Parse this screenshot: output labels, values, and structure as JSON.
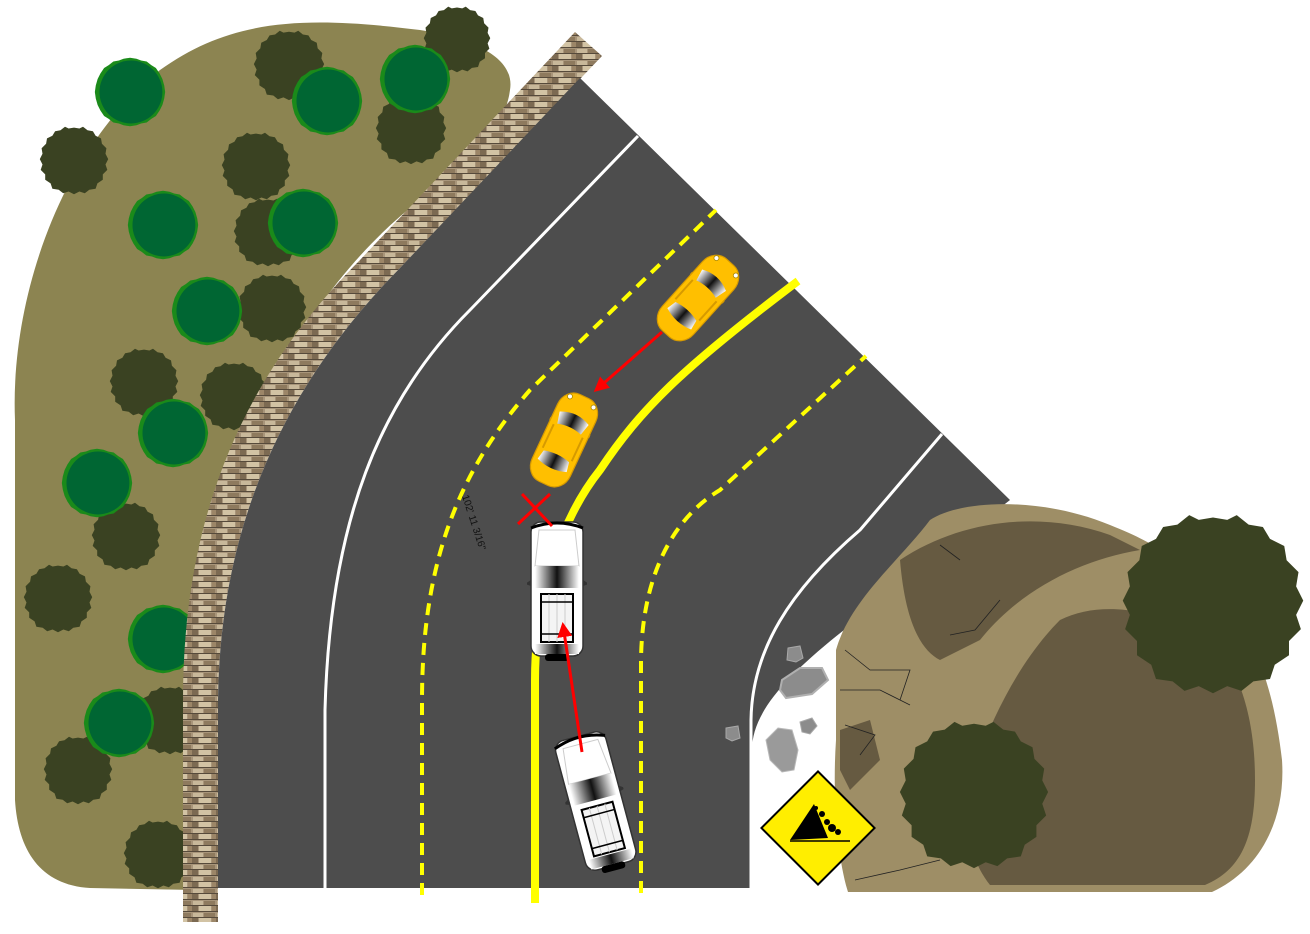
{
  "diagram": {
    "type": "accident-reconstruction-scene",
    "colors": {
      "asphalt": "#4d4d4d",
      "lane_white": "#ffffff",
      "lane_yellow": "#ffff00",
      "grass": "#8c8451",
      "tree_dark": "#3a4222",
      "tree_green": "#006633",
      "rock_light": "#9e8e66",
      "rock_dark": "#665a41",
      "stone_wall": "#a8957a",
      "sedan": "#ffbf00",
      "pickup": "#ffffff",
      "arrow": "#ff0000",
      "sign": "#ffee00"
    },
    "measurement": {
      "label": "102' 11 3/16\""
    },
    "vehicles": [
      {
        "id": "sedan-1",
        "kind": "sedan",
        "color": "yellow",
        "position": "upper"
      },
      {
        "id": "sedan-2",
        "kind": "sedan",
        "color": "yellow",
        "position": "impact"
      },
      {
        "id": "pickup-1",
        "kind": "pickup",
        "color": "white",
        "position": "impact"
      },
      {
        "id": "pickup-2",
        "kind": "pickup",
        "color": "white",
        "position": "lower"
      }
    ],
    "markers": [
      {
        "kind": "movement-arrow",
        "from": "sedan-1",
        "to": "sedan-2"
      },
      {
        "kind": "movement-arrow",
        "from": "pickup-2",
        "to": "pickup-1"
      },
      {
        "kind": "impact-x"
      }
    ],
    "sign": {
      "kind": "falling-rocks-warning"
    }
  }
}
